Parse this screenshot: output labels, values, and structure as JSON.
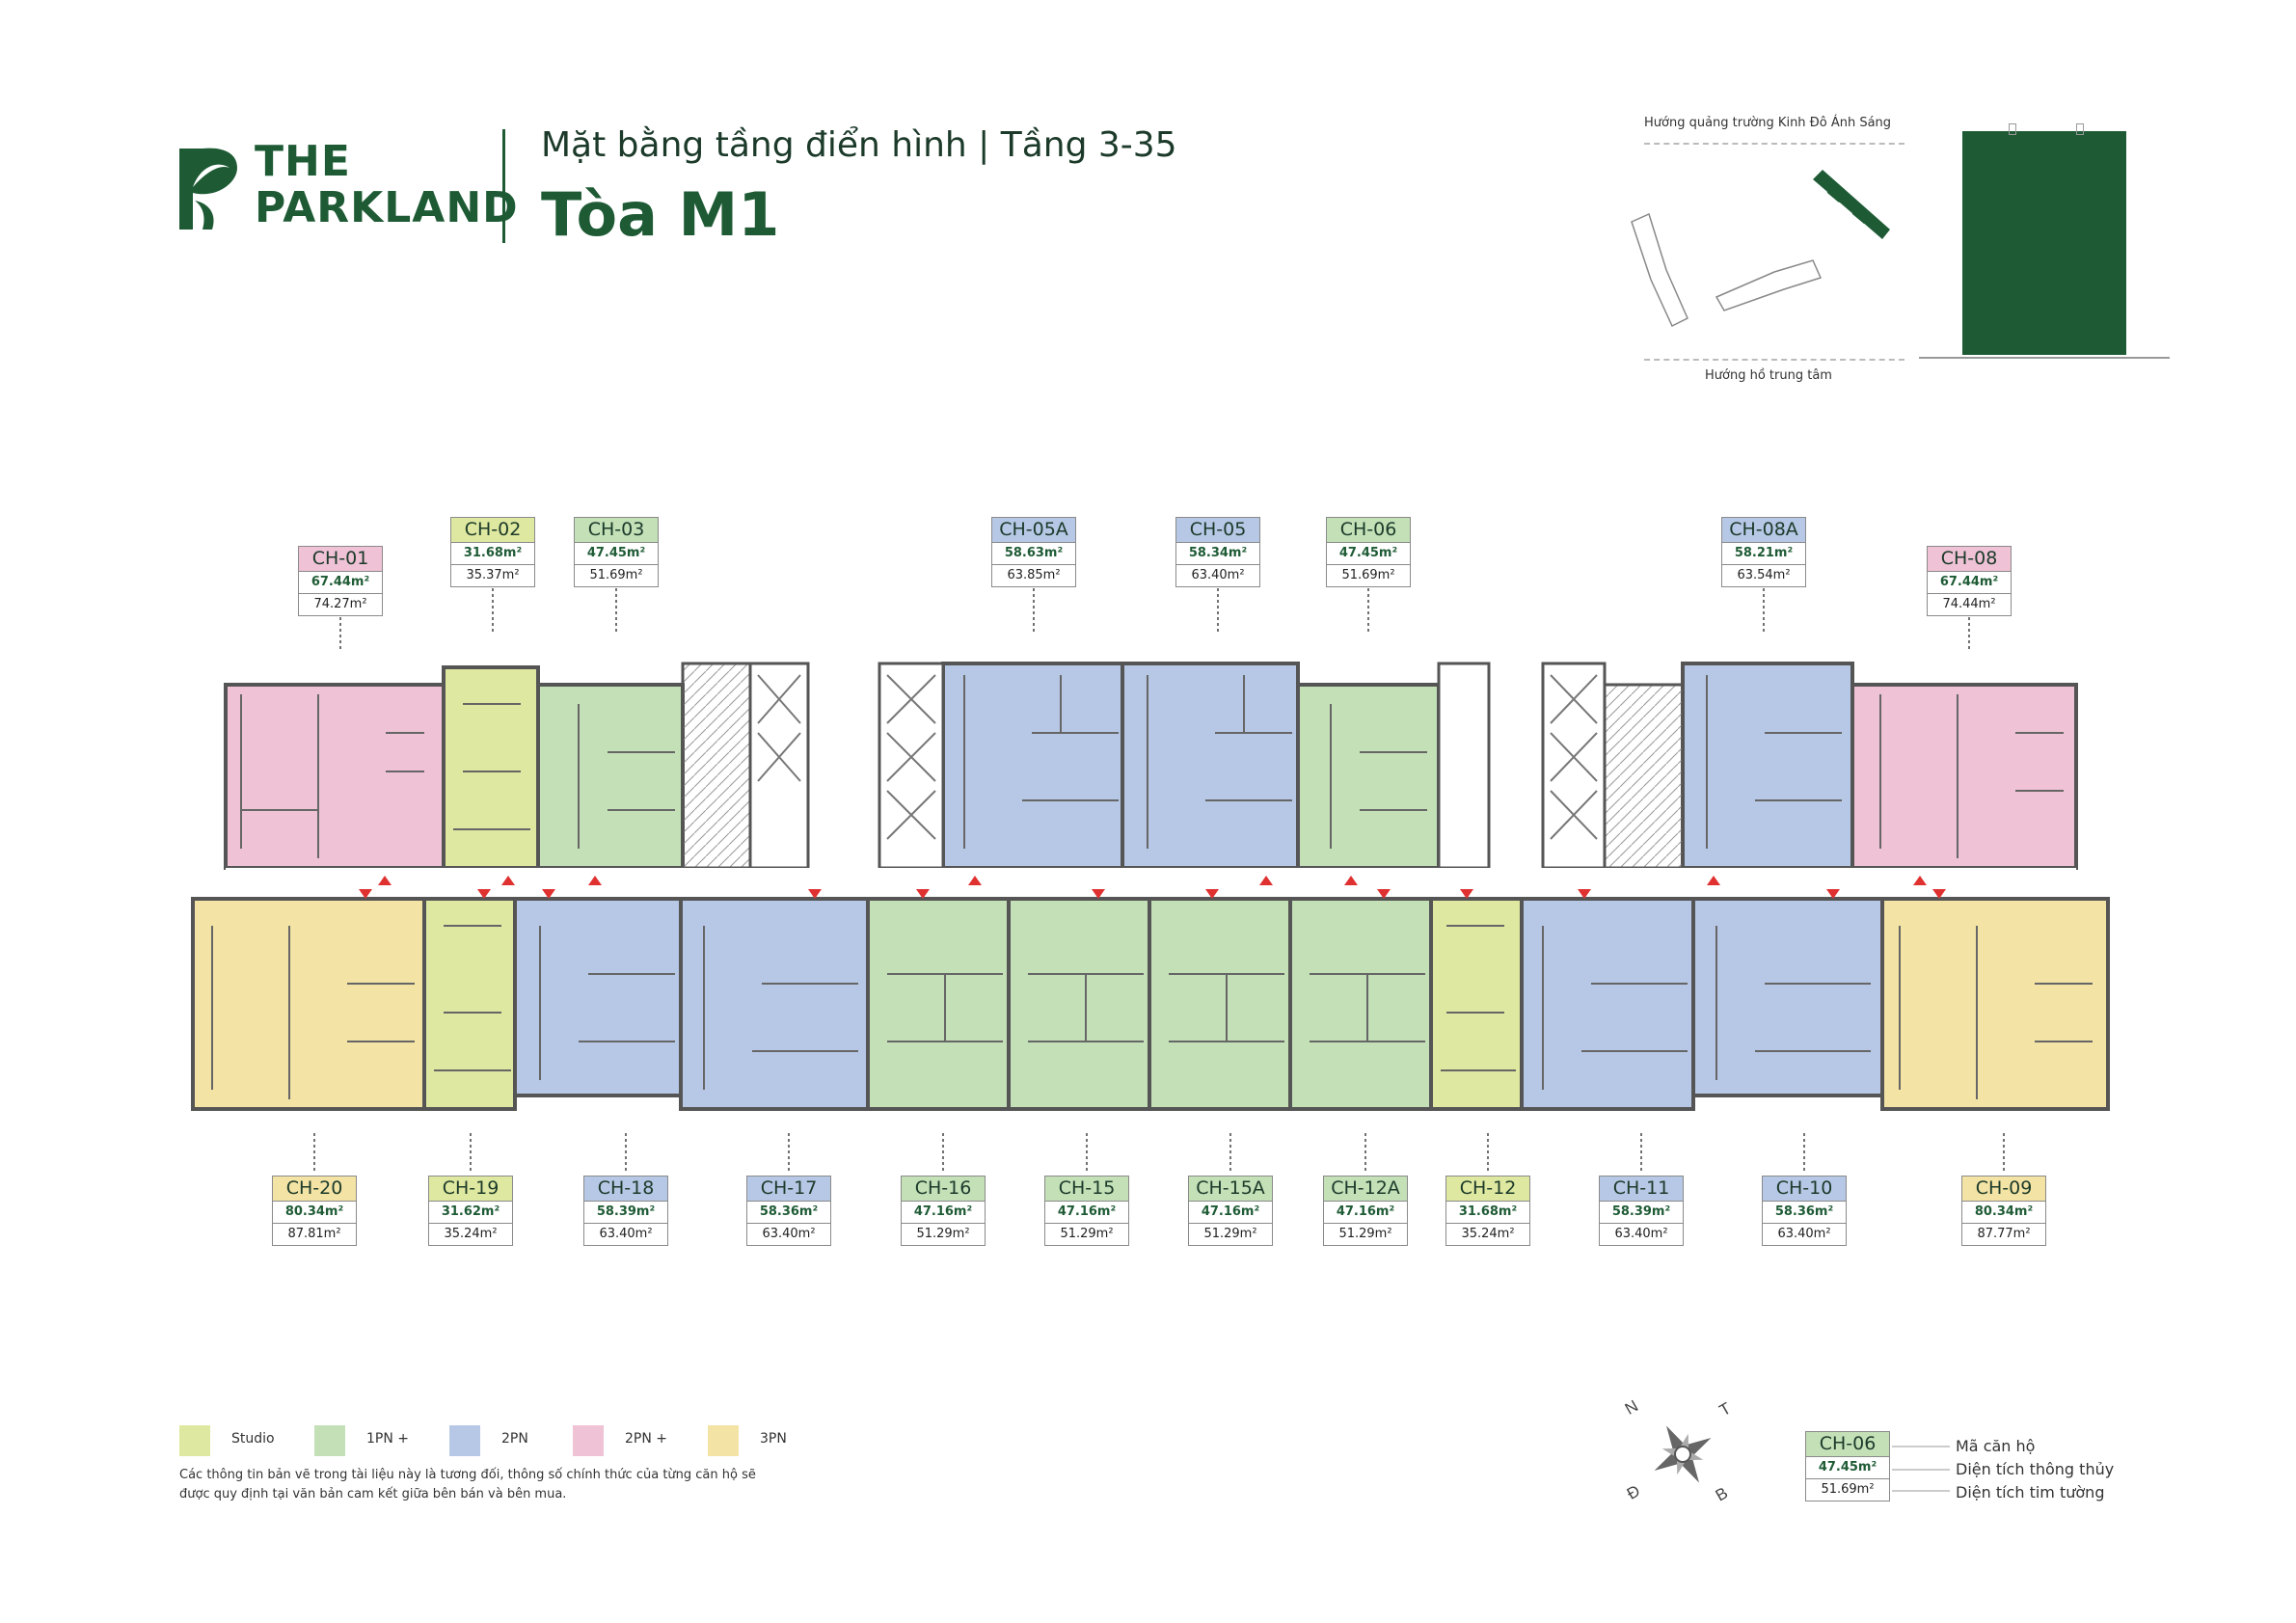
{
  "brand": {
    "line1": "THE",
    "line2": "PARKLAND",
    "color": "#1e5b35"
  },
  "header": {
    "subtitle": "Mặt bằng tầng điển hình | Tầng 3-35",
    "title": "Tòa M1"
  },
  "site": {
    "top_label": "Hướng quảng trường Kinh Đô Ánh Sáng",
    "bottom_label": "Hướng hồ trung tâm"
  },
  "colors": {
    "studio": "#dfe8a0",
    "pn1plus": "#c3e0b7",
    "pn2": "#b7c8e6",
    "pn2plus": "#efc2d6",
    "pn3": "#f3e3a4",
    "wall": "#555555",
    "accent": "#1e5b35",
    "entry": "#e03131"
  },
  "units_top": [
    {
      "code": "CH-01",
      "area1": "67.44m²",
      "area2": "74.27m²",
      "type": "pn2plus"
    },
    {
      "code": "CH-02",
      "area1": "31.68m²",
      "area2": "35.37m²",
      "type": "studio"
    },
    {
      "code": "CH-03",
      "area1": "47.45m²",
      "area2": "51.69m²",
      "type": "pn1plus"
    },
    {
      "code": "CH-05A",
      "area1": "58.63m²",
      "area2": "63.85m²",
      "type": "pn2"
    },
    {
      "code": "CH-05",
      "area1": "58.34m²",
      "area2": "63.40m²",
      "type": "pn2"
    },
    {
      "code": "CH-06",
      "area1": "47.45m²",
      "area2": "51.69m²",
      "type": "pn1plus"
    },
    {
      "code": "CH-08A",
      "area1": "58.21m²",
      "area2": "63.54m²",
      "type": "pn2"
    },
    {
      "code": "CH-08",
      "area1": "67.44m²",
      "area2": "74.44m²",
      "type": "pn2plus"
    }
  ],
  "units_bottom": [
    {
      "code": "CH-20",
      "area1": "80.34m²",
      "area2": "87.81m²",
      "type": "pn3"
    },
    {
      "code": "CH-19",
      "area1": "31.62m²",
      "area2": "35.24m²",
      "type": "studio"
    },
    {
      "code": "CH-18",
      "area1": "58.39m²",
      "area2": "63.40m²",
      "type": "pn2"
    },
    {
      "code": "CH-17",
      "area1": "58.36m²",
      "area2": "63.40m²",
      "type": "pn2"
    },
    {
      "code": "CH-16",
      "area1": "47.16m²",
      "area2": "51.29m²",
      "type": "pn1plus"
    },
    {
      "code": "CH-15",
      "area1": "47.16m²",
      "area2": "51.29m²",
      "type": "pn1plus"
    },
    {
      "code": "CH-15A",
      "area1": "47.16m²",
      "area2": "51.29m²",
      "type": "pn1plus"
    },
    {
      "code": "CH-12A",
      "area1": "47.16m²",
      "area2": "51.29m²",
      "type": "pn1plus"
    },
    {
      "code": "CH-12",
      "area1": "31.68m²",
      "area2": "35.24m²",
      "type": "studio"
    },
    {
      "code": "CH-11",
      "area1": "58.39m²",
      "area2": "63.40m²",
      "type": "pn2"
    },
    {
      "code": "CH-10",
      "area1": "58.36m²",
      "area2": "63.40m²",
      "type": "pn2"
    },
    {
      "code": "CH-09",
      "area1": "80.34m²",
      "area2": "87.77m²",
      "type": "pn3"
    }
  ],
  "legend": [
    {
      "label": "Studio",
      "type": "studio"
    },
    {
      "label": "1PN +",
      "type": "pn1plus"
    },
    {
      "label": "2PN",
      "type": "pn2"
    },
    {
      "label": "2PN +",
      "type": "pn2plus"
    },
    {
      "label": "3PN",
      "type": "pn3"
    }
  ],
  "disclaimer": "Các thông tin bản vẽ trong tài liệu này là tương đối, thông số chính thức của từng căn hộ sẽ được quy định tại văn bản cam kết giữa bên bán và bên mua.",
  "compass": {
    "n": "N",
    "t": "T",
    "d": "Đ",
    "b": "B"
  },
  "key": {
    "sample": {
      "code": "CH-06",
      "area1": "47.45m²",
      "area2": "51.69m²"
    },
    "code_label": "Mã căn hộ",
    "area1_label": "Diện tích thông thủy",
    "area2_label": "Diện tích tim tường"
  }
}
